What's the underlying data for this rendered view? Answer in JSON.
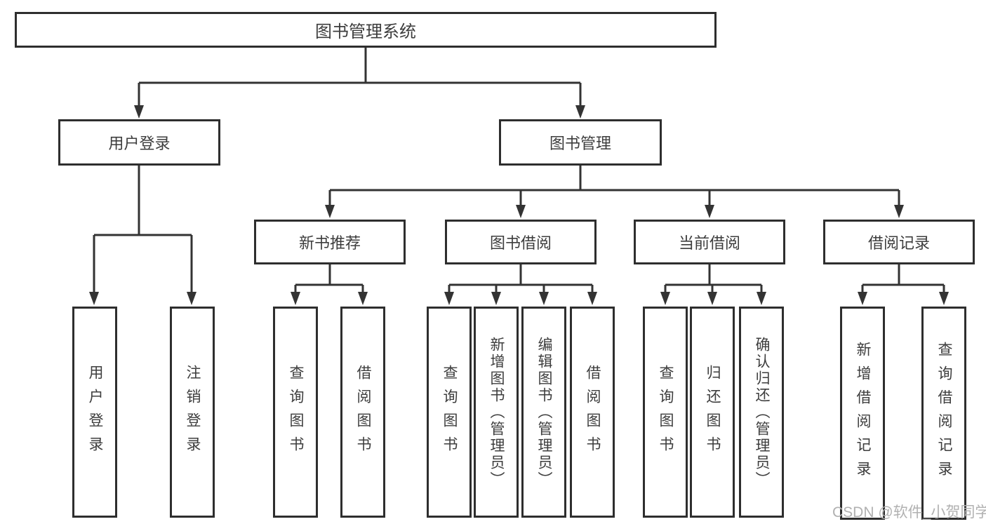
{
  "diagram": {
    "root": {
      "label": "图书管理系统",
      "children": [
        {
          "label": "用户登录",
          "children": [
            {
              "label": "用户登录"
            },
            {
              "label": "注销登录"
            }
          ]
        },
        {
          "label": "图书管理",
          "children": [
            {
              "label": "新书推荐",
              "children": [
                {
                  "label": "查询图书"
                },
                {
                  "label": "借阅图书"
                }
              ]
            },
            {
              "label": "图书借阅",
              "children": [
                {
                  "label": "查询图书"
                },
                {
                  "label": "新增图书（管理员）"
                },
                {
                  "label": "编辑图书（管理员）"
                },
                {
                  "label": "借阅图书"
                }
              ]
            },
            {
              "label": "当前借阅",
              "children": [
                {
                  "label": "查询图书"
                },
                {
                  "label": "归还图书"
                },
                {
                  "label": "确认归还（管理员）"
                }
              ]
            },
            {
              "label": "借阅记录",
              "children": [
                {
                  "label": "新增借阅记录"
                },
                {
                  "label": "查询借阅记录"
                }
              ]
            }
          ]
        }
      ]
    }
  },
  "watermark": {
    "text": "CSDN @软件_小贺同学"
  },
  "colors": {
    "line": "#333333",
    "border": "#2e2e2e",
    "text": "#3d3d3d",
    "watermark": "#b1b1b1",
    "background": "#ffffff"
  }
}
